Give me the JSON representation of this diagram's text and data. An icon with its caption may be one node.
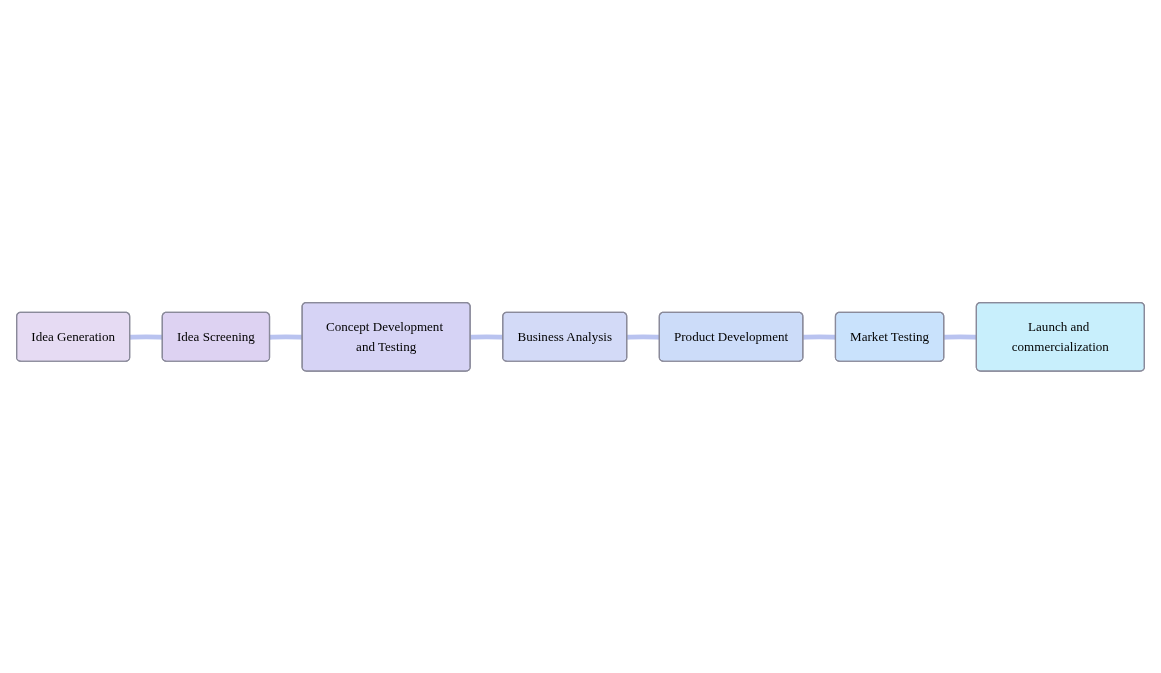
{
  "diagram": {
    "nodes": [
      {
        "text": [
          "Idea Generation"
        ]
      },
      {
        "text": [
          "Idea Screening"
        ]
      },
      {
        "text": [
          "Concept Development and Testing"
        ]
      },
      {
        "text": [
          "Business Analysis"
        ]
      },
      {
        "text": [
          "Product Development"
        ]
      },
      {
        "text": [
          "Market Testing"
        ]
      },
      {
        "text": [
          "Launch and commercialization"
        ]
      }
    ],
    "edges": [
      {
        "from": 0,
        "to": 1,
        "arrow": "none"
      },
      {
        "from": 1,
        "to": 2,
        "arrow": "none"
      },
      {
        "from": 2,
        "to": 3,
        "arrow": "none"
      },
      {
        "from": 3,
        "to": 4,
        "arrow": "none"
      },
      {
        "from": 4,
        "to": 5,
        "arrow": "none"
      },
      {
        "from": 5,
        "to": 6,
        "arrow": "none"
      }
    ]
  }
}
